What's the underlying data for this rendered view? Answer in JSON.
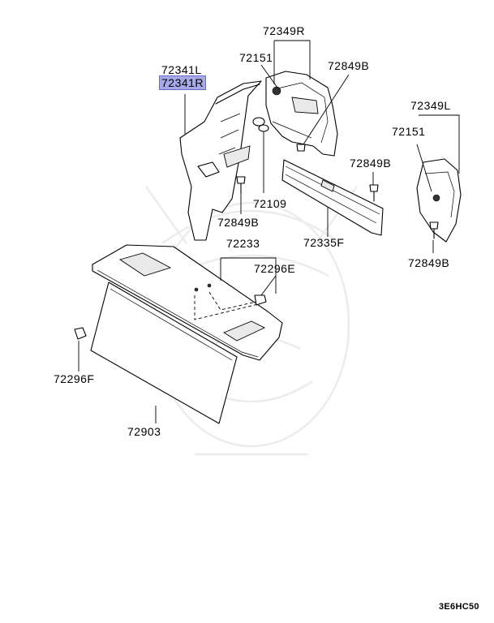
{
  "diagram": {
    "reference_code": "3E6HC50",
    "highlighted_part": "72341R",
    "parts": {
      "p72341L": "72341L",
      "p72341R": "72341R",
      "p72349R": "72349R",
      "p72151_top": "72151",
      "p72849B_top": "72849B",
      "p72349L": "72349L",
      "p72151_right": "72151",
      "p72849B_mid": "72849B",
      "p72109": "72109",
      "p72849B_left": "72849B",
      "p72335F": "72335F",
      "p72849B_right": "72849B",
      "p72233": "72233",
      "p72296E": "72296E",
      "p72296F": "72296F",
      "p72903": "72903"
    }
  }
}
